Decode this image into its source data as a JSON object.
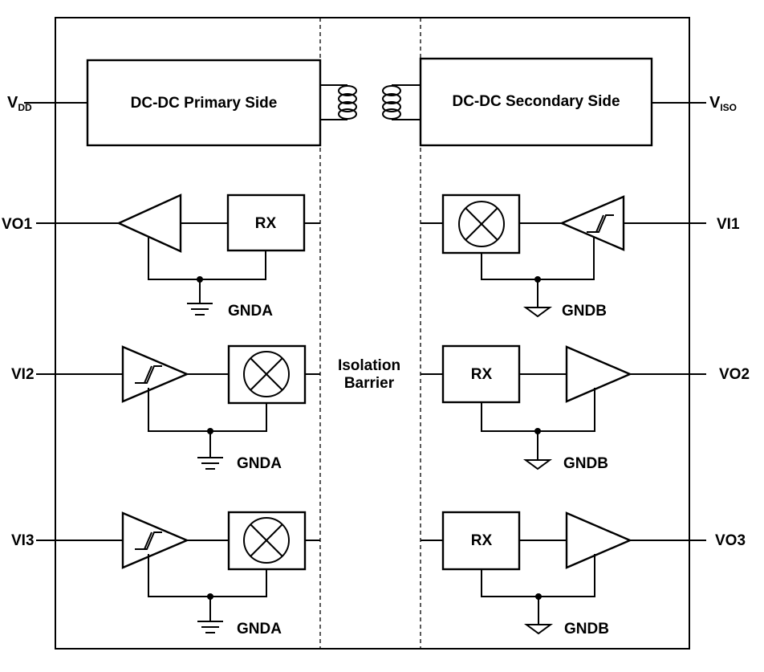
{
  "pins": {
    "vdd_main": "V",
    "vdd_sub": "DD",
    "viso_main": "V",
    "viso_sub": "ISO",
    "vo1": "VO1",
    "vi1": "VI1",
    "vi2": "VI2",
    "vo2": "VO2",
    "vi3": "VI3",
    "vo3": "VO3"
  },
  "blocks": {
    "primary": "DC-DC Primary Side",
    "secondary": "DC-DC Secondary Side",
    "rx": "RX"
  },
  "grounds": {
    "a": "GNDA",
    "b": "GNDB"
  },
  "barrier": {
    "line1": "Isolation",
    "line2": "Barrier"
  }
}
